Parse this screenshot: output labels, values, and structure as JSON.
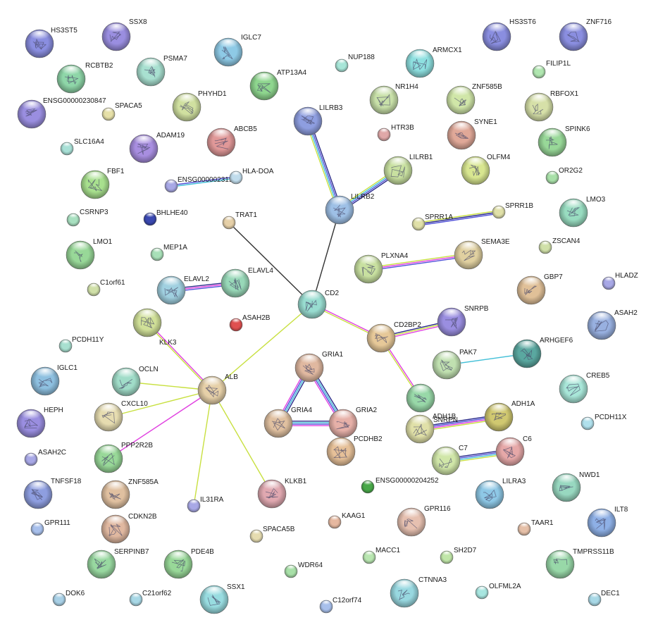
{
  "network": {
    "nodes": [
      {
        "id": "HS3ST5",
        "label": "HS3ST5",
        "color": "#8a8ee0",
        "size": "large",
        "structure": true
      },
      {
        "id": "SSX8",
        "label": "SSX8",
        "color": "#9a8ee0",
        "size": "large",
        "structure": true
      },
      {
        "id": "IGLC7",
        "label": "IGLC7",
        "color": "#8ecae6",
        "size": "large",
        "structure": true
      },
      {
        "id": "NUP188",
        "label": "NUP188",
        "color": "#a8e6d8",
        "size": "small",
        "structure": false
      },
      {
        "id": "ARMCX1",
        "label": "ARMCX1",
        "color": "#8ee0e0",
        "size": "large",
        "structure": true
      },
      {
        "id": "HS3ST6",
        "label": "HS3ST6",
        "color": "#8a8ee0",
        "size": "large",
        "structure": true
      },
      {
        "id": "ZNF716",
        "label": "ZNF716",
        "color": "#8a8ee0",
        "size": "large",
        "structure": true
      },
      {
        "id": "RCBTB2",
        "label": "RCBTB2",
        "color": "#8ed6a8",
        "size": "large",
        "structure": true
      },
      {
        "id": "PSMA7",
        "label": "PSMA7",
        "color": "#a8e0d0",
        "size": "large",
        "structure": true
      },
      {
        "id": "ATP13A4",
        "label": "ATP13A4",
        "color": "#8ed68e",
        "size": "large",
        "structure": true
      },
      {
        "id": "FILIP1L",
        "label": "FILIP1L",
        "color": "#b0e6b0",
        "size": "small",
        "structure": false
      },
      {
        "id": "ENSG00000230847",
        "label": "ENSG00000230847",
        "color": "#9a8ee0",
        "size": "large",
        "structure": true
      },
      {
        "id": "SPACA5",
        "label": "SPACA5",
        "color": "#e6e0a8",
        "size": "small",
        "structure": false
      },
      {
        "id": "PHYHD1",
        "label": "PHYHD1",
        "color": "#d0e0a0",
        "size": "large",
        "structure": true
      },
      {
        "id": "NR1H4",
        "label": "NR1H4",
        "color": "#c8e0a8",
        "size": "large",
        "structure": true
      },
      {
        "id": "ZNF585B",
        "label": "ZNF585B",
        "color": "#d0e6a8",
        "size": "large",
        "structure": true
      },
      {
        "id": "RBFOX1",
        "label": "RBFOX1",
        "color": "#d6e0a8",
        "size": "large",
        "structure": true
      },
      {
        "id": "LILRB3",
        "label": "LILRB3",
        "color": "#8e9ee0",
        "size": "large",
        "structure": true
      },
      {
        "id": "HTR3B",
        "label": "HTR3B",
        "color": "#e0a8a8",
        "size": "small",
        "structure": false
      },
      {
        "id": "SYNE1",
        "label": "SYNE1",
        "color": "#e0a898",
        "size": "large",
        "structure": true
      },
      {
        "id": "SLC16A4",
        "label": "SLC16A4",
        "color": "#a8e0d6",
        "size": "small",
        "structure": false
      },
      {
        "id": "ADAM19",
        "label": "ADAM19",
        "color": "#a88ee0",
        "size": "large",
        "structure": true
      },
      {
        "id": "ABCB5",
        "label": "ABCB5",
        "color": "#e09898",
        "size": "large",
        "structure": true
      },
      {
        "id": "SPINK6",
        "label": "SPINK6",
        "color": "#98d898",
        "size": "large",
        "structure": true
      },
      {
        "id": "LILRB1",
        "label": "LILRB1",
        "color": "#c8e0a0",
        "size": "large",
        "structure": true
      },
      {
        "id": "OLFM4",
        "label": "OLFM4",
        "color": "#d8e690",
        "size": "large",
        "structure": true
      },
      {
        "id": "FBF1",
        "label": "FBF1",
        "color": "#a8e08e",
        "size": "large",
        "structure": true
      },
      {
        "id": "ENSG00000231558",
        "label": "ENSG00000231558",
        "color": "#a8a8e6",
        "size": "small",
        "structure": false
      },
      {
        "id": "HLA-DOA",
        "label": "HLA-DOA",
        "color": "#c0dcec",
        "size": "small",
        "structure": false
      },
      {
        "id": "OR2G2",
        "label": "OR2G2",
        "color": "#a8e0a8",
        "size": "small",
        "structure": false
      },
      {
        "id": "LILRB2",
        "label": "LILRB2",
        "color": "#9ec0e6",
        "size": "large",
        "structure": true
      },
      {
        "id": "SPRR1B",
        "label": "SPRR1B",
        "color": "#e0e0a8",
        "size": "small",
        "structure": false
      },
      {
        "id": "LMO3",
        "label": "LMO3",
        "color": "#98dcc0",
        "size": "large",
        "structure": true
      },
      {
        "id": "CSRNP3",
        "label": "CSRNP3",
        "color": "#a8e0c0",
        "size": "small",
        "structure": false
      },
      {
        "id": "BHLHE40",
        "label": "BHLHE40",
        "color": "#3a48b0",
        "size": "small",
        "structure": false
      },
      {
        "id": "TRAT1",
        "label": "TRAT1",
        "color": "#e6d0a8",
        "size": "small",
        "structure": false
      },
      {
        "id": "SPRR1A",
        "label": "SPRR1A",
        "color": "#e0e0a8",
        "size": "small",
        "structure": false
      },
      {
        "id": "LMO1",
        "label": "LMO1",
        "color": "#98d898",
        "size": "large",
        "structure": true
      },
      {
        "id": "MEP1A",
        "label": "MEP1A",
        "color": "#a8e0b8",
        "size": "small",
        "structure": false
      },
      {
        "id": "SEMA3E",
        "label": "SEMA3E",
        "color": "#e0d0a0",
        "size": "large",
        "structure": true
      },
      {
        "id": "ZSCAN4",
        "label": "ZSCAN4",
        "color": "#d0e0a8",
        "size": "small",
        "structure": false
      },
      {
        "id": "PLXNA4",
        "label": "PLXNA4",
        "color": "#c8e0a0",
        "size": "large",
        "structure": true
      },
      {
        "id": "C1orf61",
        "label": "C1orf61",
        "color": "#d0e0a8",
        "size": "small",
        "structure": false
      },
      {
        "id": "ELAVL2",
        "label": "ELAVL2",
        "color": "#a0d0e0",
        "size": "large",
        "structure": true
      },
      {
        "id": "ELAVL4",
        "label": "ELAVL4",
        "color": "#98d8b8",
        "size": "large",
        "structure": true
      },
      {
        "id": "GBP7",
        "label": "GBP7",
        "color": "#e0c098",
        "size": "large",
        "structure": true
      },
      {
        "id": "HLADZ",
        "label": "HLADZ",
        "color": "#a8a8e6",
        "size": "small",
        "structure": false
      },
      {
        "id": "KLK3",
        "label": "KLK3",
        "color": "#d0e098",
        "size": "large",
        "structure": true
      },
      {
        "id": "CD2",
        "label": "CD2",
        "color": "#98dcd0",
        "size": "large",
        "structure": true
      },
      {
        "id": "ASAH2B",
        "label": "ASAH2B",
        "color": "#e05050",
        "size": "small",
        "structure": false
      },
      {
        "id": "ASAH2",
        "label": "ASAH2",
        "color": "#98b0e0",
        "size": "large",
        "structure": true
      },
      {
        "id": "SNRPB",
        "label": "SNRPB",
        "color": "#9a8ee0",
        "size": "large",
        "structure": true
      },
      {
        "id": "CD2BP2",
        "label": "CD2BP2",
        "color": "#e6c898",
        "size": "large",
        "structure": true
      },
      {
        "id": "PCDH11Y",
        "label": "PCDH11Y",
        "color": "#a8e0d0",
        "size": "small",
        "structure": false
      },
      {
        "id": "ARHGEF6",
        "label": "ARHGEF6",
        "color": "#5aa8a0",
        "size": "large",
        "structure": true
      },
      {
        "id": "GRIA1",
        "label": "GRIA1",
        "color": "#e0b8a0",
        "size": "large",
        "structure": true
      },
      {
        "id": "PAK7",
        "label": "PAK7",
        "color": "#c0e0b0",
        "size": "large",
        "structure": true
      },
      {
        "id": "IGLC1",
        "label": "IGLC1",
        "color": "#8ec0e0",
        "size": "large",
        "structure": true
      },
      {
        "id": "OCLN",
        "label": "OCLN",
        "color": "#a0dcc8",
        "size": "large",
        "structure": true
      },
      {
        "id": "ALB",
        "label": "ALB",
        "color": "#e6d0a8",
        "size": "large",
        "structure": true
      },
      {
        "id": "CREB5",
        "label": "CREB5",
        "color": "#a8e6d8",
        "size": "large",
        "structure": true
      },
      {
        "id": "SNRPN",
        "label": "SNRPN",
        "color": "#98d8a8",
        "size": "large",
        "structure": true
      },
      {
        "id": "CXCL10",
        "label": "CXCL10",
        "color": "#e6dcb0",
        "size": "large",
        "structure": true
      },
      {
        "id": "GRIA4",
        "label": "GRIA4",
        "color": "#e0c0a0",
        "size": "large",
        "structure": true
      },
      {
        "id": "GRIA2",
        "label": "GRIA2",
        "color": "#e6b0a8",
        "size": "large",
        "structure": true
      },
      {
        "id": "ADH1B",
        "label": "ADH1B",
        "color": "#e0e0a8",
        "size": "large",
        "structure": true
      },
      {
        "id": "ADH1A",
        "label": "ADH1A",
        "color": "#d0c870",
        "size": "large",
        "structure": true
      },
      {
        "id": "HEPH",
        "label": "HEPH",
        "color": "#9a8ee0",
        "size": "large",
        "structure": true
      },
      {
        "id": "PCDH11X",
        "label": "PCDH11X",
        "color": "#b0e0ec",
        "size": "small",
        "structure": false
      },
      {
        "id": "PCDHB2",
        "label": "PCDHB2",
        "color": "#e6c098",
        "size": "large",
        "structure": true
      },
      {
        "id": "PPP2R2B",
        "label": "PPP2R2B",
        "color": "#98d898",
        "size": "large",
        "structure": true
      },
      {
        "id": "ASAH2C",
        "label": "ASAH2C",
        "color": "#a8a8e6",
        "size": "small",
        "structure": false
      },
      {
        "id": "C6",
        "label": "C6",
        "color": "#e6a8a8",
        "size": "large",
        "structure": true
      },
      {
        "id": "C7",
        "label": "C7",
        "color": "#d0e6a8",
        "size": "large",
        "structure": true
      },
      {
        "id": "TNFSF18",
        "label": "TNFSF18",
        "color": "#8e9ee0",
        "size": "large",
        "structure": true
      },
      {
        "id": "ZNF585A",
        "label": "ZNF585A",
        "color": "#e0c0a0",
        "size": "large",
        "structure": true
      },
      {
        "id": "KLKB1",
        "label": "KLKB1",
        "color": "#e0a8b0",
        "size": "large",
        "structure": true
      },
      {
        "id": "ENSG00000204252",
        "label": "ENSG00000204252",
        "color": "#48a848",
        "size": "small",
        "structure": false
      },
      {
        "id": "NWD1",
        "label": "NWD1",
        "color": "#98d8c0",
        "size": "large",
        "structure": true
      },
      {
        "id": "LILRA3",
        "label": "LILRA3",
        "color": "#8ec8e6",
        "size": "large",
        "structure": true
      },
      {
        "id": "IL31RA",
        "label": "IL31RA",
        "color": "#a8a8e6",
        "size": "small",
        "structure": false
      },
      {
        "id": "ILT8",
        "label": "ILT8",
        "color": "#8eb0e6",
        "size": "large",
        "structure": true
      },
      {
        "id": "GPR111",
        "label": "GPR111",
        "color": "#a8c0ec",
        "size": "small",
        "structure": false
      },
      {
        "id": "CDKN2B",
        "label": "CDKN2B",
        "color": "#e0b8a0",
        "size": "large",
        "structure": true
      },
      {
        "id": "KAAG1",
        "label": "KAAG1",
        "color": "#e6b8a0",
        "size": "small",
        "structure": false
      },
      {
        "id": "GPR116",
        "label": "GPR116",
        "color": "#e6c0b0",
        "size": "large",
        "structure": true
      },
      {
        "id": "TAAR1",
        "label": "TAAR1",
        "color": "#e6c0a8",
        "size": "small",
        "structure": false
      },
      {
        "id": "SPACA5B",
        "label": "SPACA5B",
        "color": "#e6dcb0",
        "size": "small",
        "structure": false
      },
      {
        "id": "SERPINB7",
        "label": "SERPINB7",
        "color": "#98d8a0",
        "size": "large",
        "structure": true
      },
      {
        "id": "PDE4B",
        "label": "PDE4B",
        "color": "#98d898",
        "size": "large",
        "structure": true
      },
      {
        "id": "MACC1",
        "label": "MACC1",
        "color": "#b8e6b0",
        "size": "small",
        "structure": false
      },
      {
        "id": "SH2D7",
        "label": "SH2D7",
        "color": "#c0e6a8",
        "size": "small",
        "structure": false
      },
      {
        "id": "TMPRSS11B",
        "label": "TMPRSS11B",
        "color": "#98d8a8",
        "size": "large",
        "structure": true
      },
      {
        "id": "WDR64",
        "label": "WDR64",
        "color": "#a8e0a8",
        "size": "small",
        "structure": false
      },
      {
        "id": "CTNNA3",
        "label": "CTNNA3",
        "color": "#98d8e0",
        "size": "large",
        "structure": true
      },
      {
        "id": "OLFML2A",
        "label": "OLFML2A",
        "color": "#a8e6e0",
        "size": "small",
        "structure": false
      },
      {
        "id": "DOK6",
        "label": "DOK6",
        "color": "#a8d0e6",
        "size": "small",
        "structure": false
      },
      {
        "id": "C21orf62",
        "label": "C21orf62",
        "color": "#a8d8e6",
        "size": "small",
        "structure": false
      },
      {
        "id": "SSX1",
        "label": "SSX1",
        "color": "#98dce0",
        "size": "large",
        "structure": true
      },
      {
        "id": "C12orf74",
        "label": "C12orf74",
        "color": "#a8c0ec",
        "size": "small",
        "structure": false
      },
      {
        "id": "DEC1",
        "label": "DEC1",
        "color": "#a8d8e6",
        "size": "small",
        "structure": false
      }
    ],
    "edges": [
      {
        "from": "LILRB3",
        "to": "LILRB2",
        "colors": [
          "#2a2a8a",
          "#5050d8",
          "#44c0d8",
          "#c8e040"
        ]
      },
      {
        "from": "LILRB1",
        "to": "LILRB2",
        "colors": [
          "#2a2a8a",
          "#5050d8",
          "#44c0d8",
          "#c8e040"
        ]
      },
      {
        "from": "LILRB2",
        "to": "CD2",
        "colors": [
          "#333333"
        ]
      },
      {
        "from": "ENSG00000231558",
        "to": "HLA-DOA",
        "colors": [
          "#5050d8",
          "#44c0d8"
        ]
      },
      {
        "from": "SPRR1A",
        "to": "SPRR1B",
        "colors": [
          "#c8e040",
          "#2a2a8a",
          "#5050d8"
        ]
      },
      {
        "from": "PLXNA4",
        "to": "SEMA3E",
        "colors": [
          "#c8e040",
          "#e040e0",
          "#5050d8"
        ]
      },
      {
        "from": "ELAVL2",
        "to": "ELAVL4",
        "colors": [
          "#2a2a8a",
          "#e040e0",
          "#5050d8"
        ]
      },
      {
        "from": "TRAT1",
        "to": "CD2",
        "colors": [
          "#333333"
        ]
      },
      {
        "from": "CD2",
        "to": "CD2BP2",
        "colors": [
          "#e040e0",
          "#c8e040"
        ]
      },
      {
        "from": "CD2",
        "to": "ALB",
        "colors": [
          "#c8e040"
        ]
      },
      {
        "from": "CD2BP2",
        "to": "SNRPB",
        "colors": [
          "#2a2a8a",
          "#c8e040",
          "#e040e0"
        ]
      },
      {
        "from": "CD2BP2",
        "to": "SNRPN",
        "colors": [
          "#e040e0",
          "#c8e040"
        ]
      },
      {
        "from": "PAK7",
        "to": "ARHGEF6",
        "colors": [
          "#44c0d8"
        ]
      },
      {
        "from": "KLK3",
        "to": "ALB",
        "colors": [
          "#e040e0",
          "#c8e040"
        ]
      },
      {
        "from": "OCLN",
        "to": "ALB",
        "colors": [
          "#c8e040"
        ]
      },
      {
        "from": "CXCL10",
        "to": "ALB",
        "colors": [
          "#c8e040"
        ]
      },
      {
        "from": "ALB",
        "to": "PPP2R2B",
        "colors": [
          "#e040e0"
        ]
      },
      {
        "from": "ALB",
        "to": "IL31RA",
        "colors": [
          "#c8e040"
        ]
      },
      {
        "from": "ALB",
        "to": "KLKB1",
        "colors": [
          "#c8e040"
        ]
      },
      {
        "from": "GRIA1",
        "to": "GRIA4",
        "colors": [
          "#2a2a8a",
          "#44c0d8",
          "#5050d8",
          "#e040e0"
        ]
      },
      {
        "from": "GRIA1",
        "to": "GRIA2",
        "colors": [
          "#2a2a8a",
          "#44c0d8",
          "#5050d8",
          "#e040e0"
        ]
      },
      {
        "from": "GRIA4",
        "to": "GRIA2",
        "colors": [
          "#2a2a8a",
          "#44c0d8",
          "#5050d8",
          "#e040e0"
        ]
      },
      {
        "from": "ADH1B",
        "to": "ADH1A",
        "colors": [
          "#2a2a8a",
          "#5050d8",
          "#e040e0",
          "#c8e040"
        ]
      },
      {
        "from": "C7",
        "to": "C6",
        "colors": [
          "#2a2a8a",
          "#5050d8",
          "#44c0d8",
          "#c8e040"
        ]
      }
    ]
  }
}
